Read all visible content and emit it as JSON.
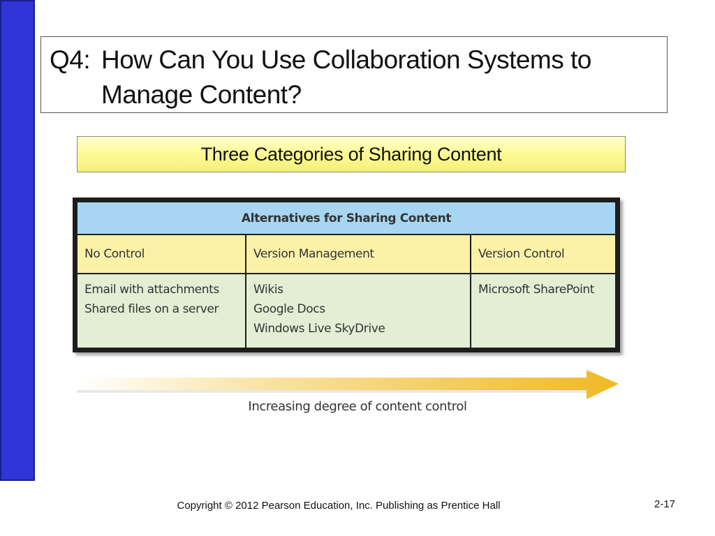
{
  "slide": {
    "title_prefix": "Q4:",
    "title": "How Can You Use Collaboration Systems to Manage Content?",
    "subtitle": "Three Categories of Sharing Content",
    "table": {
      "heading": "Alternatives for Sharing Content",
      "columns": [
        "No Control",
        "Version Management",
        "Version Control"
      ],
      "cells": [
        [
          "Email with attachments",
          "Shared files on a server"
        ],
        [
          "Wikis",
          "Google Docs",
          "Windows Live SkyDrive"
        ],
        [
          "Microsoft SharePoint"
        ]
      ]
    },
    "arrow_caption": "Increasing degree of content control",
    "copyright": "Copyright © 2012 Pearson Education, Inc. Publishing as Prentice Hall",
    "slide_number": "2-17"
  },
  "colors": {
    "side_bar": "#2f35d9",
    "table_header": "#a8d6f2",
    "column_header": "#fbf2a8",
    "table_body": "#e2efd5",
    "arrow": "#f0b824"
  }
}
